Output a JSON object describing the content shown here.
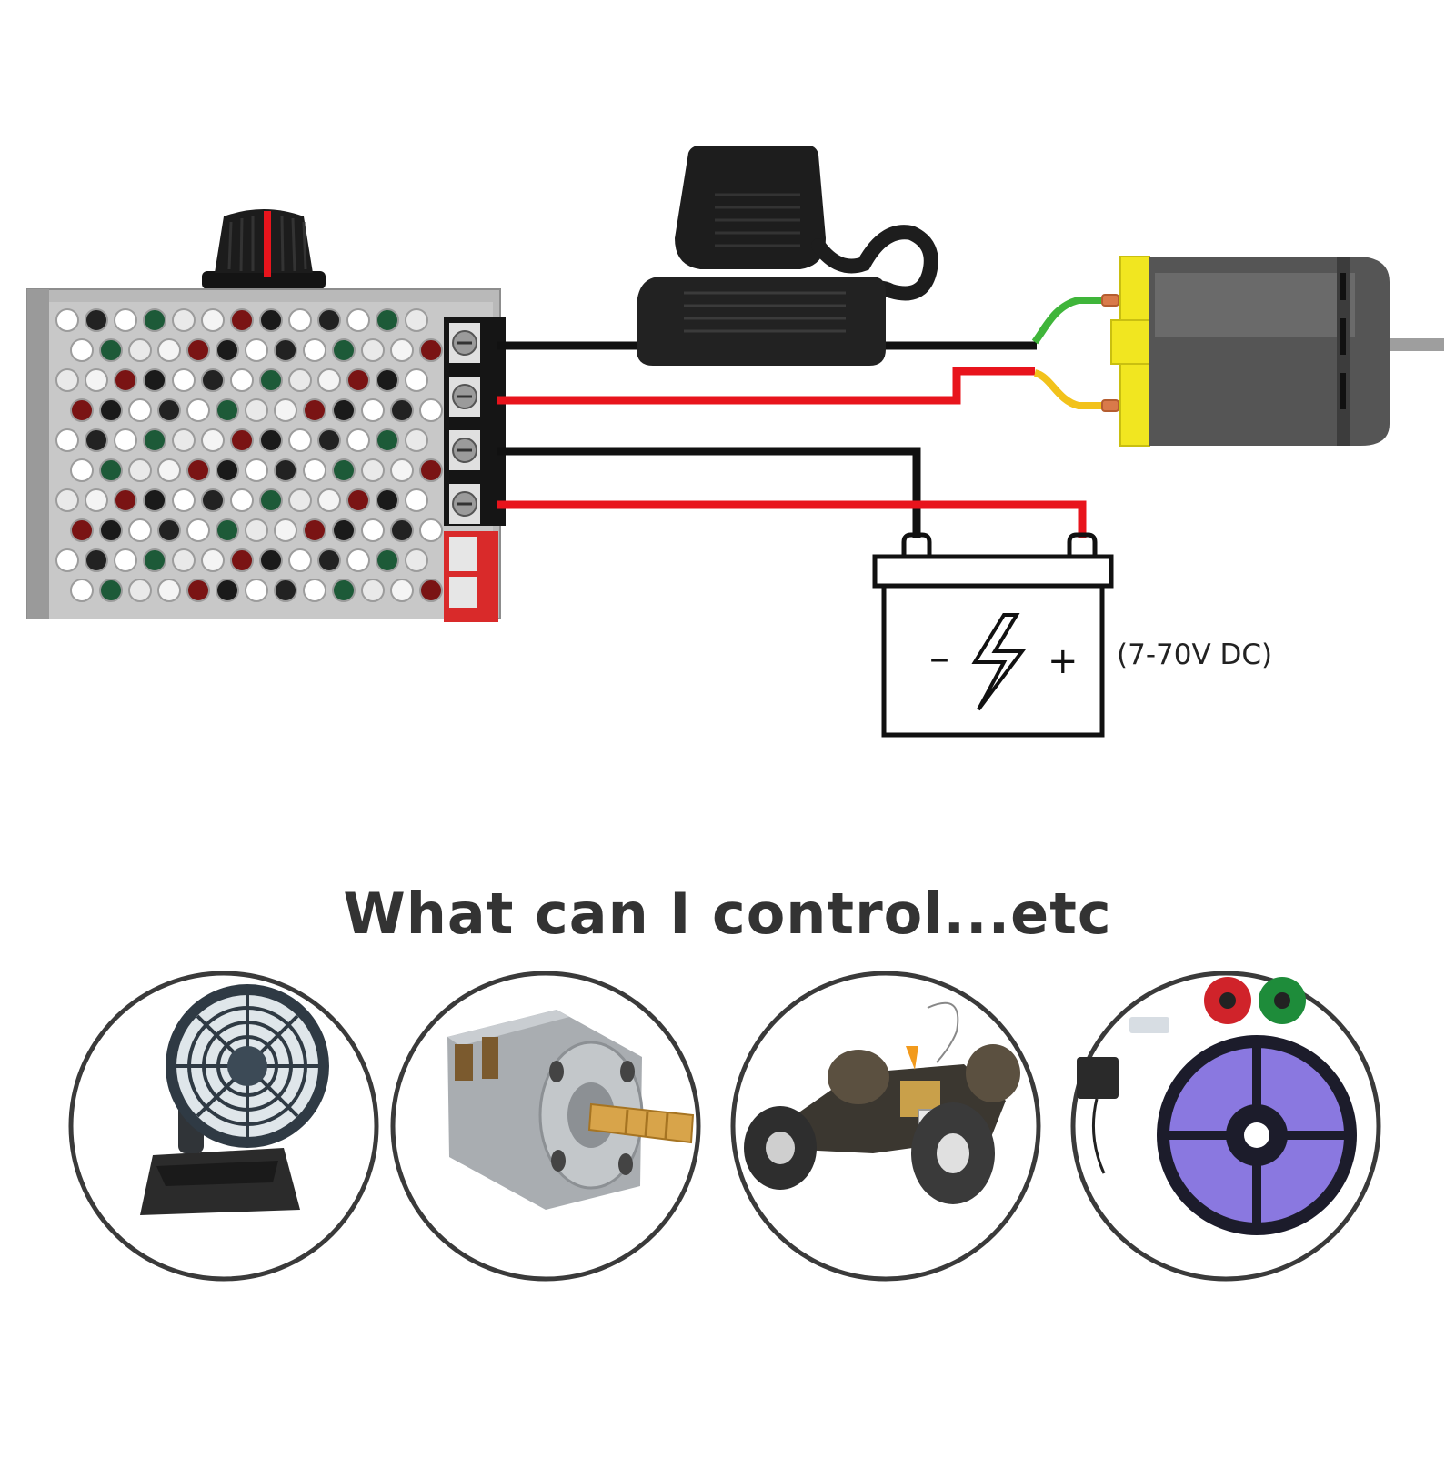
{
  "diagram": {
    "voltage_label": "(7-70V DC)",
    "battery_minus": "–",
    "battery_plus": "+",
    "wire_colors": {
      "positive": "#e8141c",
      "negative": "#111111",
      "motor_a": "#3fb53a",
      "motor_b": "#f2c21b"
    },
    "components": [
      "speed-controller",
      "inline-fuse-holder",
      "dc-motor",
      "battery"
    ]
  },
  "section": {
    "title": "What can I control...etc"
  },
  "examples": [
    {
      "icon": "clip-fan-icon"
    },
    {
      "icon": "dc-motor-icon"
    },
    {
      "icon": "rc-car-icon"
    },
    {
      "icon": "led-strip-icon"
    }
  ]
}
